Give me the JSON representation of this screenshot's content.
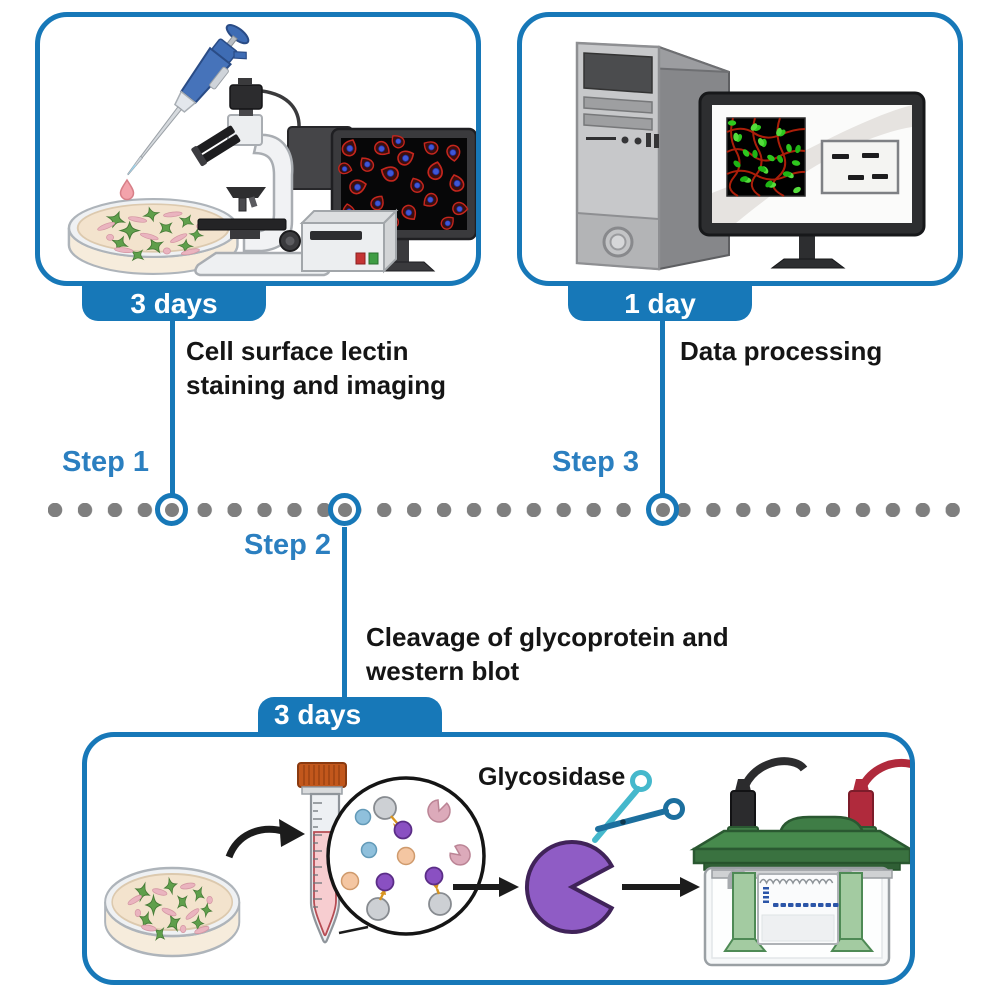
{
  "colors": {
    "accent": "#1778b8",
    "step_label": "#2b7fc0",
    "timeline_dot": "#7f7f7f"
  },
  "steps": [
    {
      "label": "Step 1",
      "duration": "3 days",
      "title": "Cell surface lectin staining and imaging"
    },
    {
      "label": "Step 2",
      "duration": "3 days",
      "title": "Cleavage of glycoprotein and western blot"
    },
    {
      "label": "Step 3",
      "duration": "1 day",
      "title": "Data processing"
    }
  ],
  "bottom_panel": {
    "glycosidase_label": "Glycosidase"
  }
}
